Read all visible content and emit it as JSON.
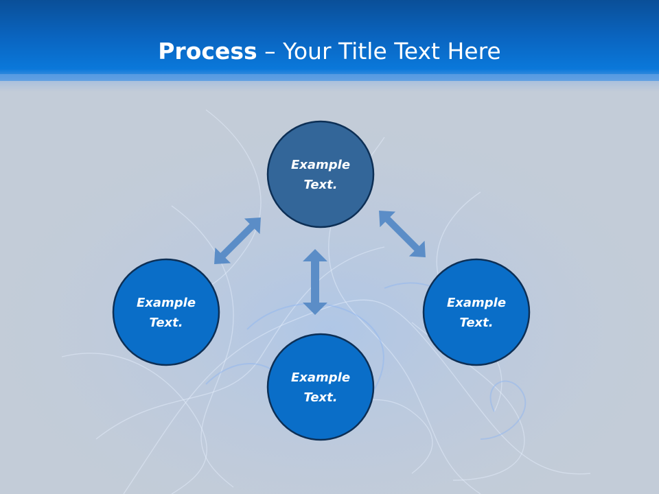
{
  "slide": {
    "title_bold": "Process",
    "title_rest": " – Your Title Text Here"
  },
  "nodes": {
    "top": {
      "line1": "Example",
      "line2": "Text."
    },
    "left": {
      "line1": "Example",
      "line2": "Text."
    },
    "right": {
      "line1": "Example",
      "line2": "Text."
    },
    "bottom": {
      "line1": "Example",
      "line2": "Text."
    }
  },
  "colors": {
    "title_bar": "#0a64bf",
    "background": "#c3ccd8",
    "node_top_fill": "#336699",
    "node_fill": "#0a6ec8",
    "node_stroke": "#0d2f55",
    "arrow": "#5b8dc7"
  }
}
